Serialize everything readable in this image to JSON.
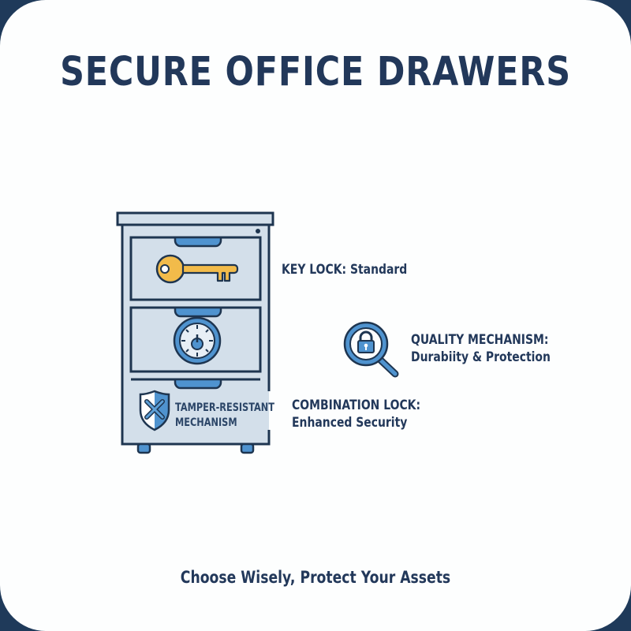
{
  "header": {
    "title": "SECURE OFFICE DRAWERS"
  },
  "cabinet": {
    "drawers": [
      {
        "feature": "key-lock",
        "icon": "key-icon"
      },
      {
        "feature": "combination-lock",
        "icon": "dial-icon"
      },
      {
        "feature": "tamper-resistant",
        "icon": "shield-wrench-icon",
        "label_line1": "TAMPER-RESISTANT",
        "label_line2": "MECHANISM"
      }
    ]
  },
  "callouts": {
    "key_lock": {
      "label": "KEY LOCK: Standard"
    },
    "quality": {
      "line1": "QUALITY MECHANISM:",
      "line2": "Durabiity & Protection",
      "icon": "magnifier-lock-icon"
    },
    "combination": {
      "line1": "COMBINATION LOCK:",
      "line2": "Enhanced Security"
    }
  },
  "footer": {
    "tagline": "Choose Wisely, Protect Your Assets"
  },
  "colors": {
    "frame": "#1f3a5a",
    "text": "#22385a",
    "outline": "#1e3550",
    "cabinet_fill": "#d3dfea",
    "handle": "#4f93cf",
    "key": "#f2bb4a"
  }
}
